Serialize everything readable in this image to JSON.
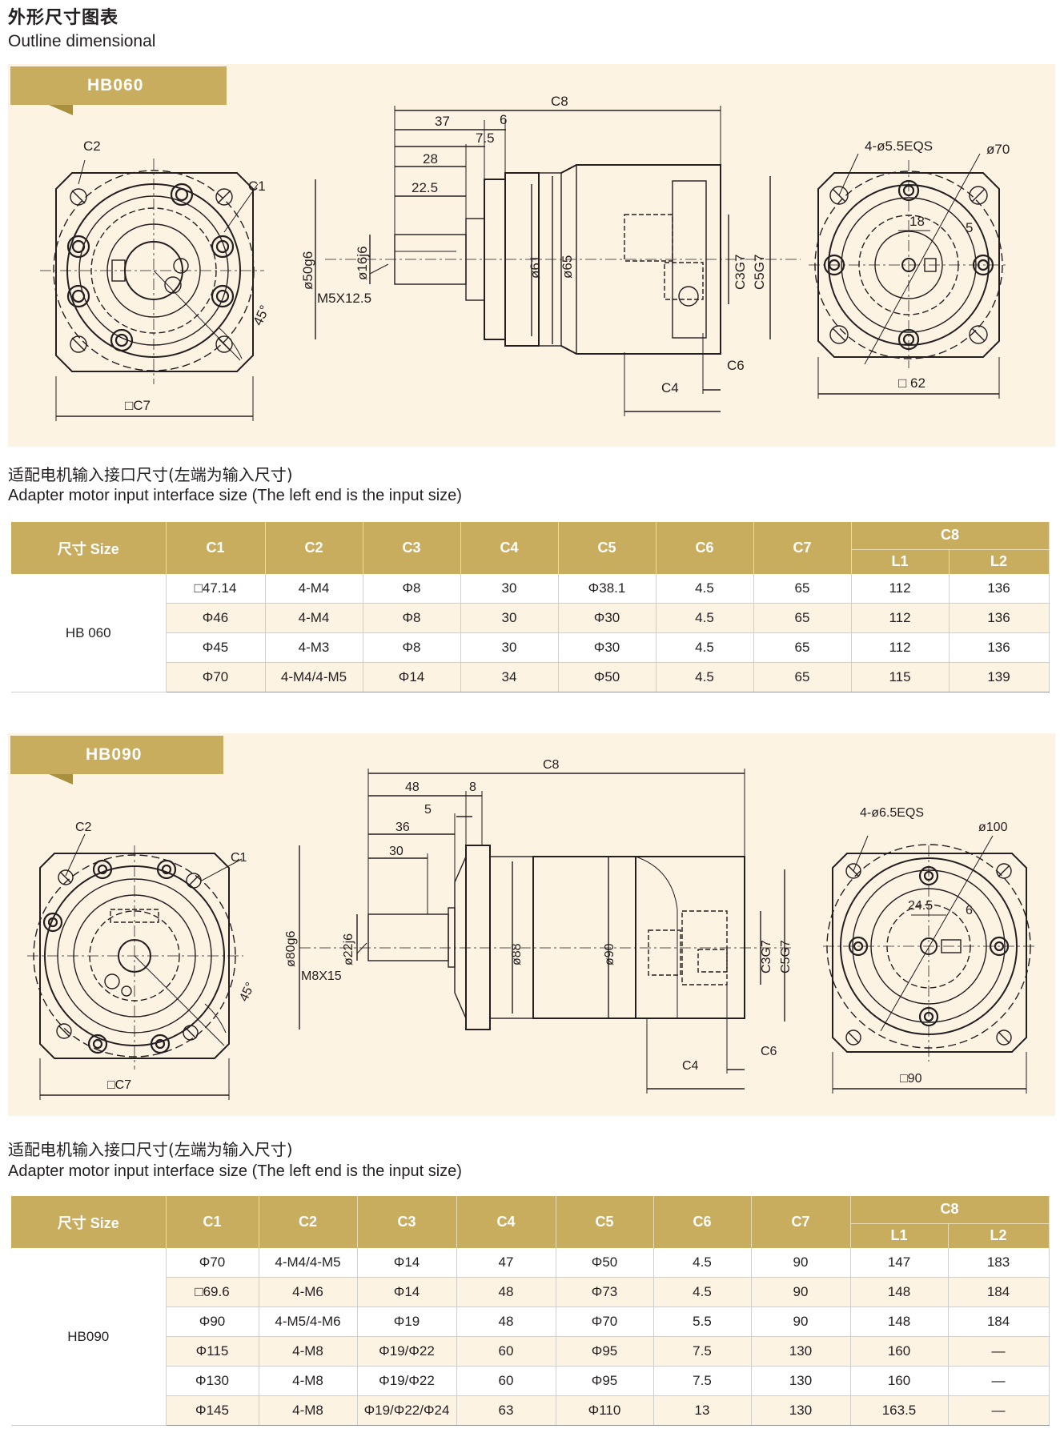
{
  "header": {
    "title_cn": "外形尺寸图表",
    "title_en": "Outline dimensional"
  },
  "colors": {
    "gold": "#c9ad5f",
    "panel": "#fcf3e3",
    "line": "#231f20"
  },
  "sections": [
    {
      "tag": "HB060",
      "drawing": {
        "front_labels": {
          "c2": "C2",
          "c1": "C1",
          "angle": "45°",
          "c7": "□C7"
        },
        "side_labels": {
          "c8": "C8",
          "d37": "37",
          "d6": "6",
          "d75": "7.5",
          "d28": "28",
          "d225": "22.5",
          "d50": "ø50g6",
          "d16": "ø16j6",
          "m5": "M5X12.5",
          "d61": "ø61",
          "d65": "ø65",
          "c3": "C3G7",
          "c5": "C5G7",
          "c6": "C6",
          "c4": "C4"
        },
        "rear_labels": {
          "holes": "4-ø5.5EQS",
          "d70": "ø70",
          "d18": "18",
          "d5": "5",
          "sq": "□ 62"
        }
      },
      "caption_cn": "适配电机输入接口尺寸(左端为输入尺寸)",
      "caption_en": "Adapter motor input interface size (The left end is the input size)",
      "table": {
        "size_header": "尺寸 Size",
        "headers": [
          "C1",
          "C2",
          "C3",
          "C4",
          "C5",
          "C6",
          "C7"
        ],
        "c8_header": "C8",
        "l1": "L1",
        "l2": "L2",
        "model": "HB 060",
        "rows": [
          [
            "□47.14",
            "4-M4",
            "Φ8",
            "30",
            "Φ38.1",
            "4.5",
            "65",
            "112",
            "136"
          ],
          [
            "Φ46",
            "4-M4",
            "Φ8",
            "30",
            "Φ30",
            "4.5",
            "65",
            "112",
            "136"
          ],
          [
            "Φ45",
            "4-M3",
            "Φ8",
            "30",
            "Φ30",
            "4.5",
            "65",
            "112",
            "136"
          ],
          [
            "Φ70",
            "4-M4/4-M5",
            "Φ14",
            "34",
            "Φ50",
            "4.5",
            "65",
            "115",
            "139"
          ]
        ]
      }
    },
    {
      "tag": "HB090",
      "drawing": {
        "front_labels": {
          "c2": "C2",
          "c1": "C1",
          "angle": "45°",
          "c7": "□C7"
        },
        "side_labels": {
          "c8": "C8",
          "d48": "48",
          "d8": "8",
          "d5": "5",
          "d36": "36",
          "d30": "30",
          "d80": "ø80g6",
          "d22": "ø22j6",
          "m8": "M8X15",
          "d88": "ø88",
          "d90": "ø90",
          "c3": "C3G7",
          "c5": "C5G7",
          "c6": "C6",
          "c4": "C4"
        },
        "rear_labels": {
          "holes": "4-ø6.5EQS",
          "d100": "ø100",
          "d245": "24.5",
          "d6": "6",
          "sq": "□90"
        }
      },
      "caption_cn": "适配电机输入接口尺寸(左端为输入尺寸)",
      "caption_en": "Adapter motor input interface size (The left end is the input size)",
      "table": {
        "size_header": "尺寸 Size",
        "headers": [
          "C1",
          "C2",
          "C3",
          "C4",
          "C5",
          "C6",
          "C7"
        ],
        "c8_header": "C8",
        "l1": "L1",
        "l2": "L2",
        "model": "HB090",
        "rows": [
          [
            "Φ70",
            "4-M4/4-M5",
            "Φ14",
            "47",
            "Φ50",
            "4.5",
            "90",
            "147",
            "183"
          ],
          [
            "□69.6",
            "4-M6",
            "Φ14",
            "48",
            "Φ73",
            "4.5",
            "90",
            "148",
            "184"
          ],
          [
            "Φ90",
            "4-M5/4-M6",
            "Φ19",
            "48",
            "Φ70",
            "5.5",
            "90",
            "148",
            "184"
          ],
          [
            "Φ115",
            "4-M8",
            "Φ19/Φ22",
            "60",
            "Φ95",
            "7.5",
            "130",
            "160",
            "—"
          ],
          [
            "Φ130",
            "4-M8",
            "Φ19/Φ22",
            "60",
            "Φ95",
            "7.5",
            "130",
            "160",
            "—"
          ],
          [
            "Φ145",
            "4-M8",
            "Φ19/Φ22/Φ24",
            "63",
            "Φ110",
            "13",
            "130",
            "163.5",
            "—"
          ]
        ]
      }
    }
  ]
}
